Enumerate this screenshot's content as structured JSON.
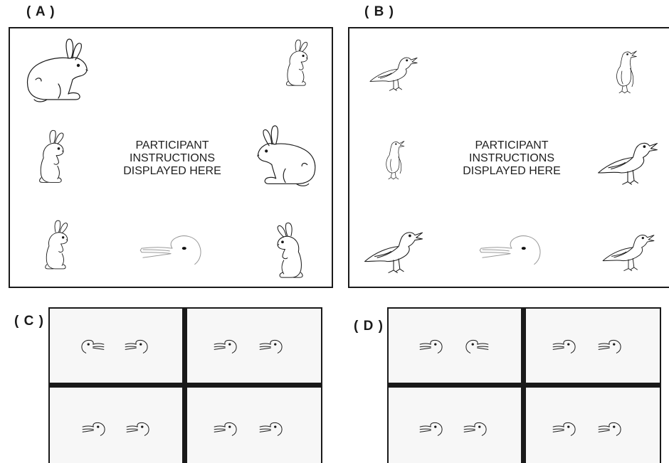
{
  "labels": {
    "a": "( A )",
    "b": "( B )",
    "c": "( C )",
    "d": "( D )"
  },
  "panel_a": {
    "instructions": [
      "PARTICIPANT",
      "INSTRUCTIONS",
      "DISPLAYED HERE"
    ],
    "figures": [
      "rabbit-icon",
      "rabbit-icon",
      "rabbit-icon",
      "rabbit-icon",
      "rabbit-icon",
      "rabbit-icon",
      "duck-rabbit-icon"
    ]
  },
  "panel_b": {
    "instructions": [
      "PARTICIPANT",
      "INSTRUCTIONS",
      "DISPLAYED HERE"
    ],
    "figures": [
      "gull-icon",
      "gull-icon",
      "gull-icon",
      "gull-icon",
      "gull-icon",
      "gull-icon",
      "duck-rabbit-icon"
    ]
  },
  "panel_c": {
    "cells": [
      [
        "duck-rabbit-icon-mirrored",
        "duck-rabbit-icon"
      ],
      [
        "duck-rabbit-icon",
        "duck-rabbit-icon"
      ],
      [
        "duck-rabbit-icon",
        "duck-rabbit-icon"
      ],
      [
        "duck-rabbit-icon",
        "duck-rabbit-icon"
      ]
    ]
  },
  "panel_d": {
    "cells": [
      [
        "duck-rabbit-icon",
        "duck-rabbit-icon-mirrored"
      ],
      [
        "duck-rabbit-icon",
        "duck-rabbit-icon"
      ],
      [
        "duck-rabbit-icon",
        "duck-rabbit-icon"
      ],
      [
        "duck-rabbit-icon",
        "duck-rabbit-icon"
      ]
    ]
  },
  "colors": {
    "stroke": "#1a1a1a",
    "frame": "#1a1a1a",
    "cell_bg": "#f7f7f7",
    "faint_stroke": "#9a9a9a"
  }
}
